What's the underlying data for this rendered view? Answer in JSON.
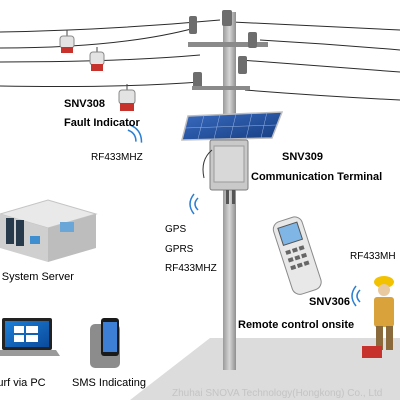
{
  "fault_indicator": {
    "code": "SNV308",
    "name": "Fault Indicator",
    "radio": "RF433MHZ"
  },
  "terminal": {
    "code": "SNV309",
    "name": "Communication Terminal",
    "links": [
      "GPS",
      "GPRS",
      "RF433MHZ"
    ]
  },
  "remote": {
    "code": "SNV306",
    "name": "Remote control onsite",
    "radio": "RF433MH"
  },
  "server": {
    "name": "DA System Server"
  },
  "pc": {
    "name": "Surf via PC"
  },
  "sms": {
    "name": "SMS Indicating"
  },
  "watermark": "Zhuhai SNOVA Technology(Hongkong) Co., Ltd",
  "colors": {
    "ground": "#dcdcdc",
    "pole": "#b5b5b5",
    "panel": "#1d4e9e",
    "radio_wave": "#2a7fd4",
    "helmet": "#f2c200"
  },
  "icons": [
    "signal-wave-icon",
    "solar-panel-icon",
    "fault-indicator-icon",
    "handheld-remote-icon",
    "server-room-icon",
    "laptop-icon",
    "smartphone-icon",
    "worker-icon"
  ]
}
